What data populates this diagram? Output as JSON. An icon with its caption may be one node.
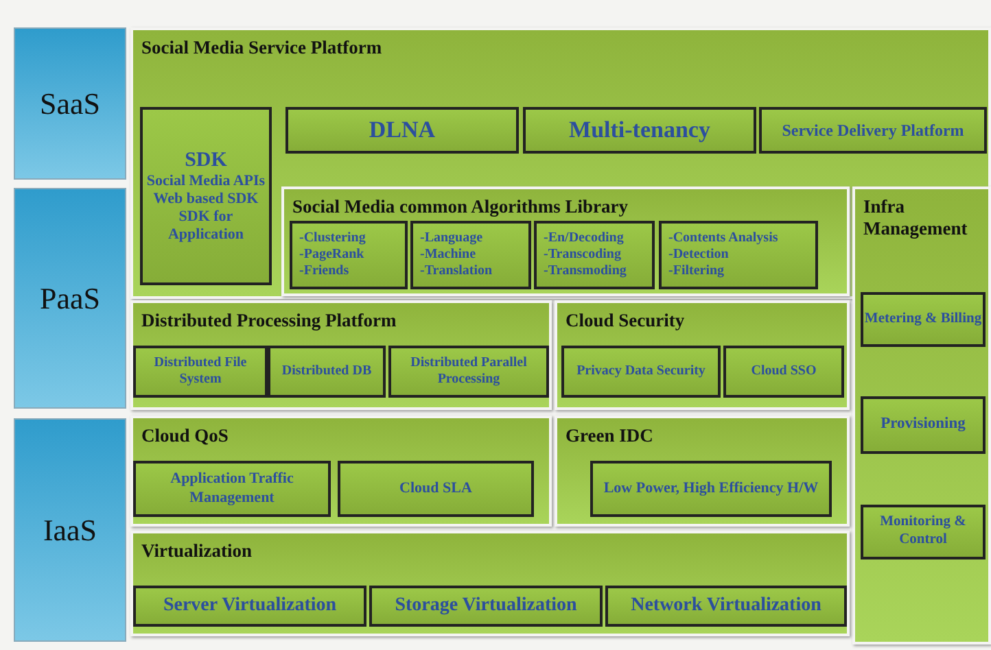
{
  "diagram": {
    "nodes": [
      {
        "text": [
          "SaaS"
        ]
      },
      {
        "text": [
          "PaaS"
        ]
      },
      {
        "text": [
          "IaaS"
        ]
      },
      {
        "text": [
          "Social Media Service Platform"
        ]
      },
      {
        "text": [
          "SDK",
          "Social Media APIs",
          "Web based SDK",
          "SDK for Application"
        ],
        "in": 3
      },
      {
        "text": [
          "DLNA"
        ],
        "in": 3
      },
      {
        "text": [
          "Multi-tenancy"
        ],
        "in": 3
      },
      {
        "text": [
          "Service Delivery Platform"
        ],
        "in": 3
      },
      {
        "text": [
          "Social Media common Algorithms Library"
        ],
        "in": 3
      },
      {
        "text": [
          "-Clustering",
          "-PageRank",
          "-Friends"
        ],
        "in": 8
      },
      {
        "text": [
          "-Language",
          "-Machine",
          "-Translation"
        ],
        "in": 8
      },
      {
        "text": [
          "-En/Decoding",
          "-Transcoding",
          "-Transmoding"
        ],
        "in": 8
      },
      {
        "text": [
          "-Contents Analysis",
          "-Detection",
          "-Filtering"
        ],
        "in": 8
      },
      {
        "text": [
          "Infra Management"
        ]
      },
      {
        "text": [
          "Metering & Billing"
        ],
        "in": 13
      },
      {
        "text": [
          "Provisioning"
        ],
        "in": 13
      },
      {
        "text": [
          "Monitoring & Control"
        ],
        "in": 13
      },
      {
        "text": [
          "Distributed Processing Platform"
        ]
      },
      {
        "text": [
          "Distributed File System"
        ],
        "in": 17
      },
      {
        "text": [
          "Distributed DB"
        ],
        "in": 17
      },
      {
        "text": [
          "Distributed Parallel Processing"
        ],
        "in": 17
      },
      {
        "text": [
          "Cloud Security"
        ]
      },
      {
        "text": [
          "Privacy Data Security"
        ],
        "in": 21
      },
      {
        "text": [
          "Cloud SSO"
        ],
        "in": 21
      },
      {
        "text": [
          "Cloud QoS"
        ]
      },
      {
        "text": [
          "Application Traffic Management"
        ],
        "in": 24
      },
      {
        "text": [
          "Cloud SLA"
        ],
        "in": 24
      },
      {
        "text": [
          "Green IDC"
        ]
      },
      {
        "text": [
          "Low Power, High Efficiency H/W"
        ],
        "in": 27
      },
      {
        "text": [
          "Virtualization"
        ]
      },
      {
        "text": [
          "Server Virtualization"
        ],
        "in": 29
      },
      {
        "text": [
          "Storage Virtualization"
        ],
        "in": 29
      },
      {
        "text": [
          "Network Virtualization"
        ],
        "in": 29
      }
    ]
  }
}
